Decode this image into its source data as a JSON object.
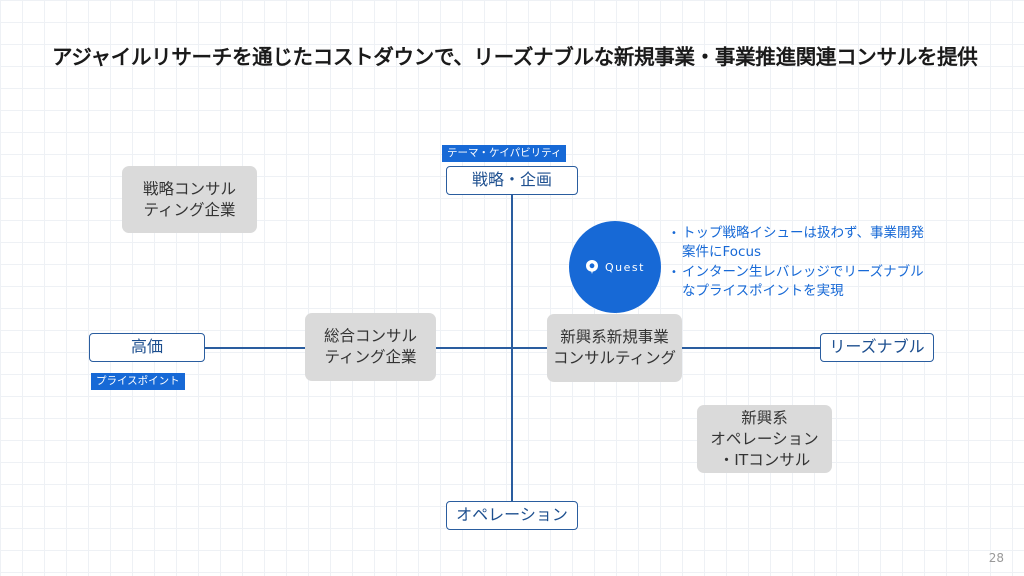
{
  "title": "アジャイルリサーチを通じたコストダウンで、リーズナブルな新規事業・事業推進関連コンサルを提供",
  "axis": {
    "top_label": "戦略・企画",
    "top_tag": "テーマ・ケイパビリティ",
    "bottom_label": "オペレーション",
    "left_label": "高価",
    "left_tag": "プライスポイント",
    "right_label": "リーズナブル"
  },
  "competitors": {
    "strategy": [
      "戦略コンサル",
      "ティング企業"
    ],
    "general": [
      "総合コンサル",
      "ティング企業"
    ],
    "newbiz": [
      "新興系新規事業",
      "コンサルティング"
    ],
    "ops": [
      "新興系",
      "オペレーション",
      "・ITコンサル"
    ]
  },
  "quest": {
    "name": "Quest",
    "notes": [
      [
        "トップ戦略イシューは扱わず、事業開発",
        "案件にFocus"
      ],
      [
        "インターン生レバレッジでリーズナブル",
        "なプライスポイントを実現"
      ]
    ]
  },
  "page_number": "28",
  "colors": {
    "accent": "#1769d6",
    "axis": "#2a5d9f",
    "box_gray": "#dadada"
  }
}
